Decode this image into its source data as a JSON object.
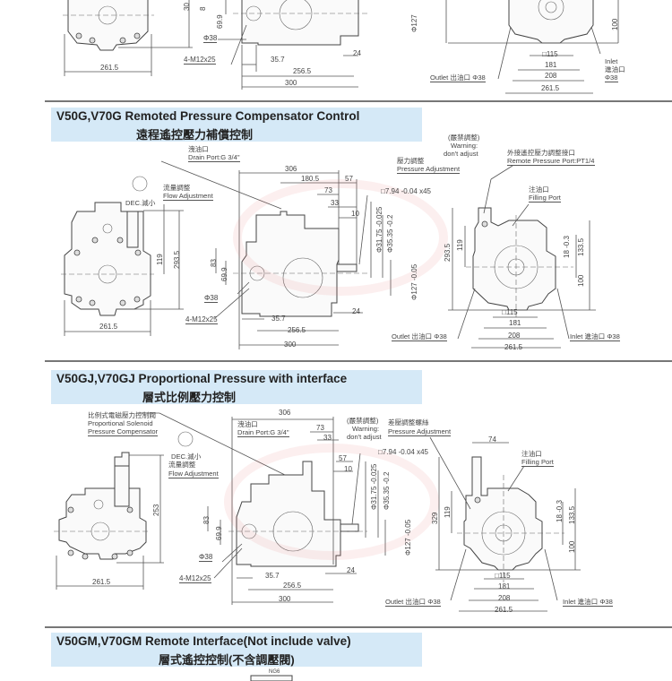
{
  "sections": [
    {
      "id": "top-partial",
      "front_view": {
        "width": "261.5",
        "height_partial": "30"
      },
      "side_view": {
        "labels": {
          "port_dia": "Φ38",
          "bolts": "4-M12x25"
        },
        "dims": {
          "d83": "8",
          "d69": "69.9",
          "d35": "35.7",
          "d256": "256.5",
          "d300": "300",
          "d24": "24",
          "shaft": "Φ127"
        }
      },
      "rear_view": {
        "dims": {
          "sq": "□115",
          "d181": "181",
          "d208": "208",
          "d261": "261.5",
          "d100": "100"
        },
        "outlet": "Outlet 出油口 Φ38",
        "inlet_en": "Inlet",
        "inlet_zh": "進油口",
        "inlet_dia": "Φ38"
      }
    },
    {
      "id": "v50g",
      "title_en": "V50G,V70G Remoted Pressure Compensator Control",
      "title_zh": "遠程遙控壓力補償控制",
      "front_view": {
        "rotation": "DEC.減小",
        "flow_zh": "流量調整",
        "flow_en": "Flow Adjustment",
        "d119": "119",
        "d293": "293.5",
        "width": "261.5"
      },
      "side_view": {
        "drain_zh": "洩油口",
        "drain_en": "Drain Port:G 3/4\"",
        "dims": {
          "d306": "306",
          "d180": "180.5",
          "d57": "57",
          "d73": "73",
          "d33": "33",
          "d10": "10",
          "d83": "83",
          "d69": "69.9",
          "d35": "35.7",
          "d256": "256.5",
          "d300": "300",
          "d24": "24"
        },
        "key": "□7.94 -0.04 x45",
        "shaft1": "Φ31.75 -0.025",
        "shaft2": "Φ35.35 -0.2",
        "shaft3": "Φ127 -0.05",
        "port_dia": "Φ38",
        "bolts": "4-M12x25"
      },
      "rear_view": {
        "warn_zh": "(嚴禁調整)",
        "warn_en1": "Warning:",
        "warn_en2": "don't adjust",
        "press_zh": "壓力調整",
        "press_en": "Pressure Adjustment",
        "remote_zh": "外接遙控壓力調整接口",
        "remote_en": "Remote Pressure Port:PT1/4",
        "fill_zh": "注油口",
        "fill_en": "Filling Port",
        "dims": {
          "d293": "293.5",
          "d119": "119",
          "d18": "18 -0.3",
          "d133": "133.5",
          "d100": "100",
          "sq": "□115",
          "d181": "181",
          "d208": "208",
          "d261": "261.5"
        },
        "outlet": "Outlet 出油口 Φ38",
        "inlet": "Inlet 進油口 Φ38"
      }
    },
    {
      "id": "v50gj",
      "title_en": "V50GJ,V70GJ Proportional Pressure with interface",
      "title_zh": "層式比例壓力控制",
      "front_view": {
        "sol_zh": "比例式電磁壓力控制閥",
        "sol_en1": "Proportional Solenoid",
        "sol_en2": "Pressure Compensator",
        "rotation": "DEC.減小",
        "flow_zh": "流量調整",
        "flow_en": "Flow Adjustment",
        "d253": "253",
        "width": "261.5"
      },
      "side_view": {
        "drain_zh": "洩油口",
        "drain_en": "Drain Port:G 3/4\"",
        "dims": {
          "d306": "306",
          "d73": "73",
          "d33": "33",
          "d57": "57",
          "d10": "10",
          "d83": "83",
          "d69": "69.9",
          "d35": "35.7",
          "d256": "256.5",
          "d300": "300",
          "d24": "24"
        },
        "key": "□7.94 -0.04 x45",
        "shaft1": "Φ31.75 -0.025",
        "shaft2": "Φ35.35 -0.2",
        "shaft3": "Φ127 -0.05",
        "port_dia": "Φ38",
        "bolts": "4-M12x25"
      },
      "rear_view": {
        "warn_zh": "(嚴禁調整)",
        "warn_en1": "Warning:",
        "warn_en2": "don't adjust",
        "press_zh": "差壓調整螺絲",
        "press_en": "Pressure Adjustment",
        "fill_zh": "注油口",
        "fill_en": "Filling Port",
        "dims": {
          "d74": "74",
          "d329": "329",
          "d119": "119",
          "d18": "18 -0.3",
          "d133": "133.5",
          "d100": "100",
          "sq": "□115",
          "d181": "181",
          "d208": "208",
          "d261": "261.5"
        },
        "outlet": "Outlet 出油口 Φ38",
        "inlet": "Inlet 進油口 Φ38"
      }
    },
    {
      "id": "v50gm",
      "title_en": "V50GM,V70GM Remote Interface(Not include valve)",
      "title_zh": "層式遙控控制(不含調壓閥)",
      "label_ng6": "NG6"
    }
  ]
}
